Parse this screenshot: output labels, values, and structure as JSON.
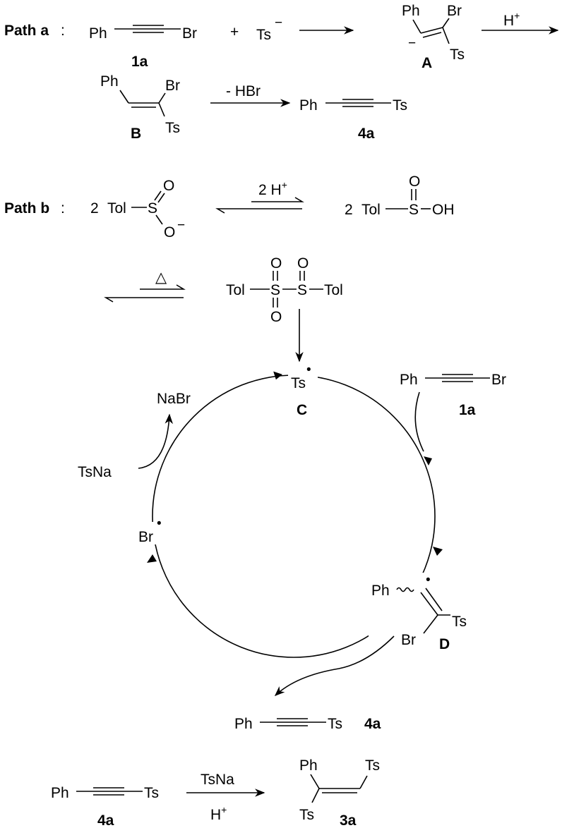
{
  "path_a": {
    "label": "Path a",
    "colon": ":",
    "reaction1": {
      "reactant1": {
        "ph": "Ph",
        "br": "Br",
        "id": "1a"
      },
      "plus": "+",
      "reactant2": {
        "ts": "Ts",
        "charge": "−"
      },
      "product": {
        "ph": "Ph",
        "br": "Br",
        "ts": "Ts",
        "charge": "−",
        "id": "A"
      },
      "reagent": "H",
      "reagent_sup": "+"
    },
    "reaction2": {
      "reactant": {
        "ph": "Ph",
        "br": "Br",
        "ts": "Ts",
        "id": "B"
      },
      "reagent": "- HBr",
      "product": {
        "ph": "Ph",
        "ts": "Ts",
        "id": "4a"
      }
    }
  },
  "path_b": {
    "label": "Path b",
    "colon": ":",
    "equilibrium1": {
      "left": {
        "coef": "2",
        "tol": "Tol",
        "s": "S",
        "o_top": "O",
        "o_bottom": "O",
        "charge": "−"
      },
      "reagent": "2 H",
      "reagent_sup": "+",
      "right": {
        "coef": "2",
        "tol": "Tol",
        "s": "S",
        "o_top": "O",
        "oh": "OH"
      }
    },
    "equilibrium2": {
      "reagent": "△",
      "product": {
        "tol_left": "Tol",
        "s1": "S",
        "s2": "S",
        "tol_right": "Tol",
        "o1_top": "O",
        "o1_bottom": "O",
        "o2_top": "O"
      }
    },
    "cycle": {
      "radical_c": {
        "ts": "Ts",
        "dot": "•",
        "id": "C"
      },
      "substrate": {
        "ph": "Ph",
        "br": "Br",
        "id": "1a"
      },
      "radical_d": {
        "ph": "Ph",
        "ts": "Ts",
        "br": "Br",
        "dot": "•",
        "id": "D"
      },
      "br_radical": {
        "br": "Br",
        "dot": "•"
      },
      "tsna": "TsNa",
      "nabr": "NaBr",
      "product": {
        "ph": "Ph",
        "ts": "Ts",
        "id": "4a"
      }
    }
  },
  "final_reaction": {
    "reactant": {
      "ph": "Ph",
      "ts": "Ts",
      "id": "4a"
    },
    "reagent_top": "TsNa",
    "reagent_bottom": "H",
    "reagent_bottom_sup": "+",
    "product": {
      "ph": "Ph",
      "ts_top": "Ts",
      "ts_bottom": "Ts",
      "id": "3a"
    }
  }
}
